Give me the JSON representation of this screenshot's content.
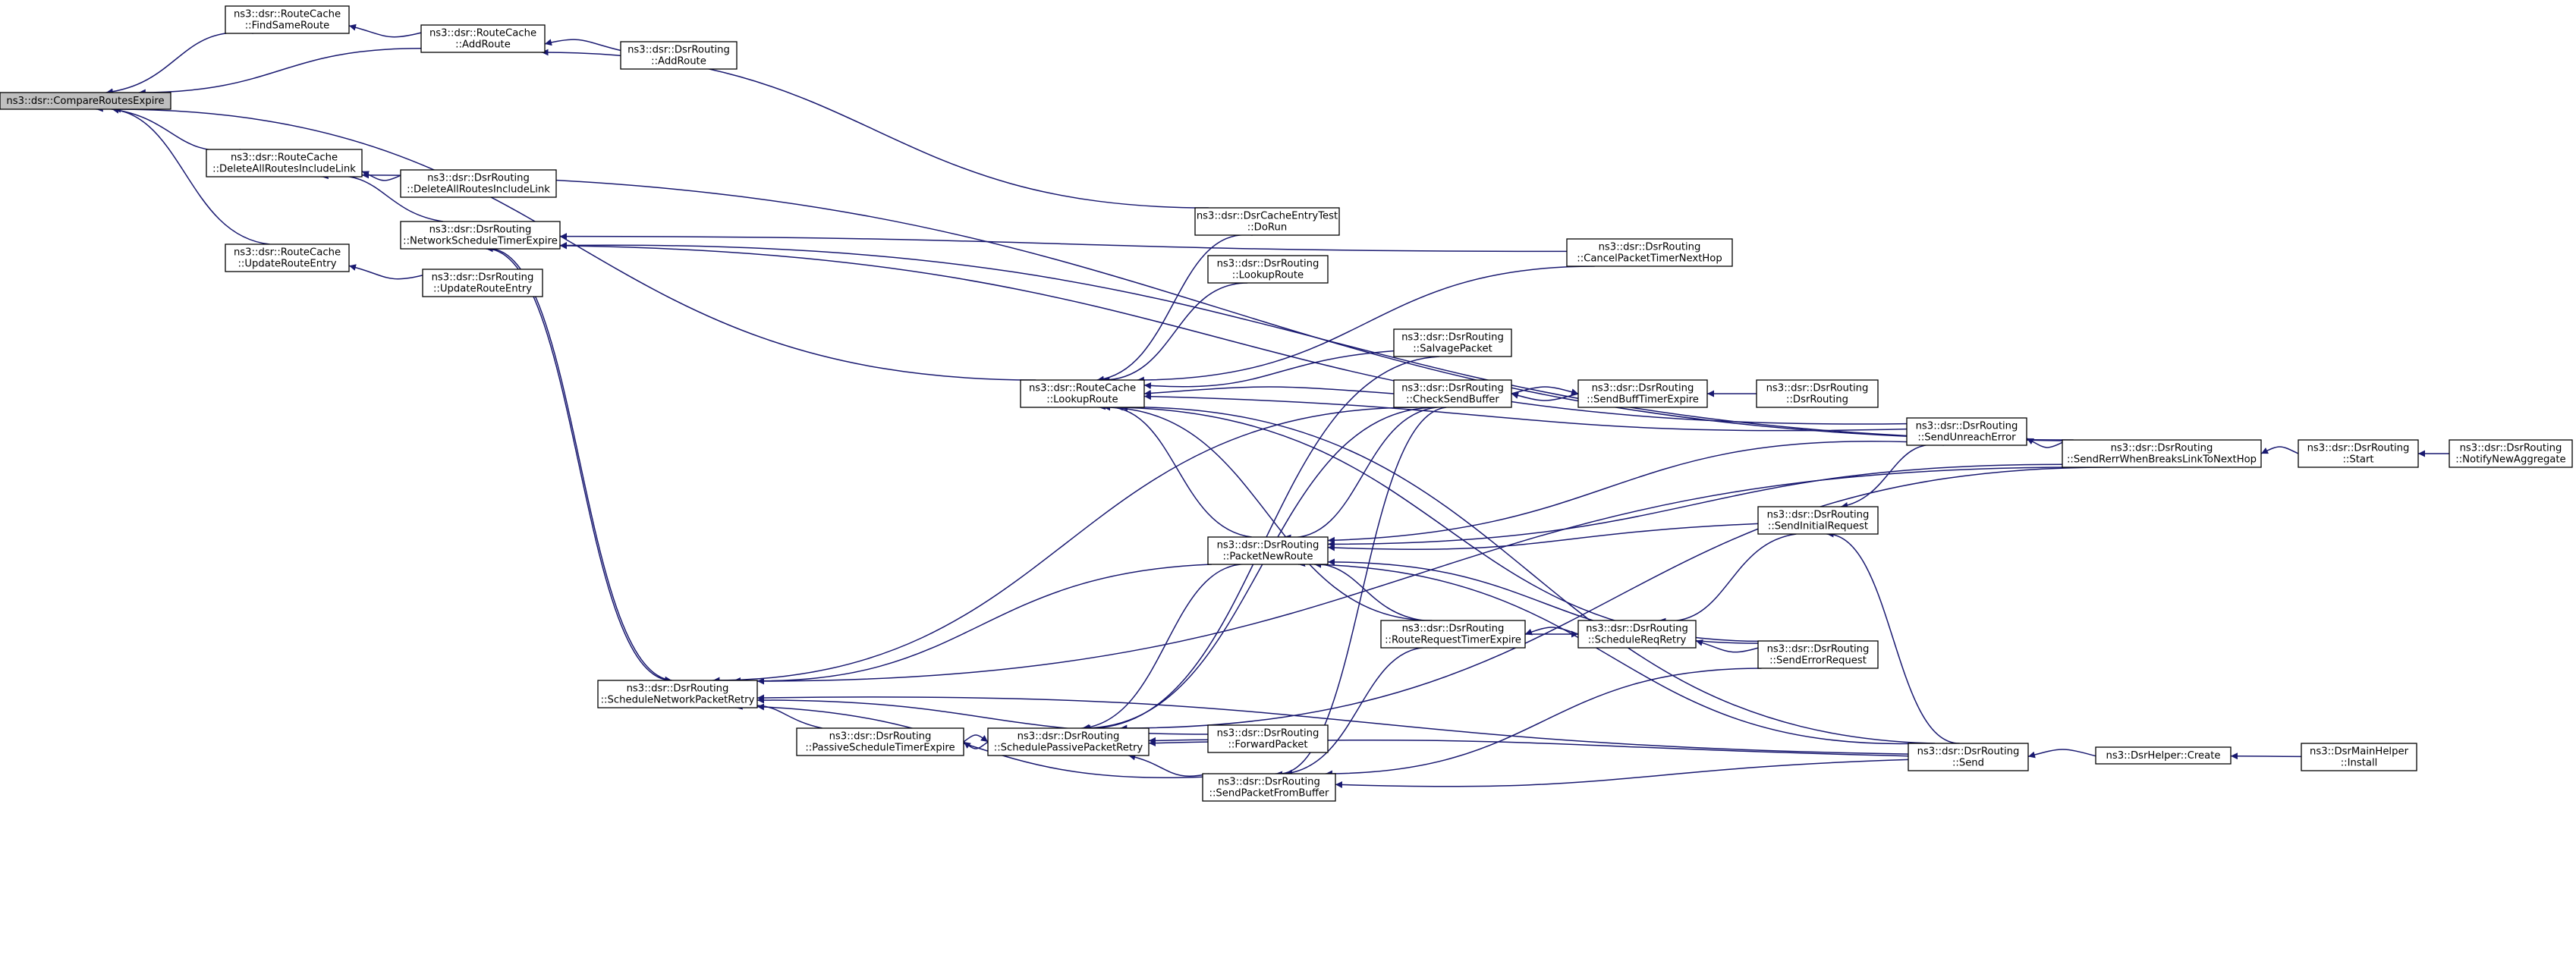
{
  "graph": {
    "colors": {
      "edge": "#191970",
      "node_fill": "#ffffff",
      "root_fill": "#bfbfbf",
      "border": "#000000"
    },
    "nodes": [
      {
        "id": "compare",
        "lines": [
          "ns3::dsr::CompareRoutesExpire"
        ],
        "root": true
      },
      {
        "id": "findsame",
        "lines": [
          "ns3::dsr::RouteCache",
          "::FindSameRoute"
        ]
      },
      {
        "id": "rc_addroute",
        "lines": [
          "ns3::dsr::RouteCache",
          "::AddRoute"
        ]
      },
      {
        "id": "dr_addroute",
        "lines": [
          "ns3::dsr::DsrRouting",
          "::AddRoute"
        ]
      },
      {
        "id": "rc_deleteall",
        "lines": [
          "ns3::dsr::RouteCache",
          "::DeleteAllRoutesIncludeLink"
        ]
      },
      {
        "id": "dr_deleteall",
        "lines": [
          "ns3::dsr::DsrRouting",
          "::DeleteAllRoutesIncludeLink"
        ]
      },
      {
        "id": "networksched",
        "lines": [
          "ns3::dsr::DsrRouting",
          "::NetworkScheduleTimerExpire"
        ]
      },
      {
        "id": "rc_updateroute",
        "lines": [
          "ns3::dsr::RouteCache",
          "::UpdateRouteEntry"
        ]
      },
      {
        "id": "dr_updateroute",
        "lines": [
          "ns3::dsr::DsrRouting",
          "::UpdateRouteEntry"
        ]
      },
      {
        "id": "cachetest",
        "lines": [
          "ns3::dsr::DsrCacheEntryTest",
          "::DoRun"
        ]
      },
      {
        "id": "cancelpacket",
        "lines": [
          "ns3::dsr::DsrRouting",
          "::CancelPacketTimerNextHop"
        ]
      },
      {
        "id": "dr_lookup",
        "lines": [
          "ns3::dsr::DsrRouting",
          "::LookupRoute"
        ]
      },
      {
        "id": "salvage",
        "lines": [
          "ns3::dsr::DsrRouting",
          "::SalvagePacket"
        ]
      },
      {
        "id": "rc_lookup",
        "lines": [
          "ns3::dsr::RouteCache",
          "::LookupRoute"
        ]
      },
      {
        "id": "checksend",
        "lines": [
          "ns3::dsr::DsrRouting",
          "::CheckSendBuffer"
        ]
      },
      {
        "id": "sendbuff",
        "lines": [
          "ns3::dsr::DsrRouting",
          "::SendBuffTimerExpire"
        ]
      },
      {
        "id": "dsrrouting",
        "lines": [
          "ns3::dsr::DsrRouting",
          "::DsrRouting"
        ]
      },
      {
        "id": "sendunreach",
        "lines": [
          "ns3::dsr::DsrRouting",
          "::SendUnreachError"
        ]
      },
      {
        "id": "sendrerr",
        "lines": [
          "ns3::dsr::DsrRouting",
          "::SendRerrWhenBreaksLinkToNextHop"
        ]
      },
      {
        "id": "start",
        "lines": [
          "ns3::dsr::DsrRouting",
          "::Start"
        ]
      },
      {
        "id": "notify",
        "lines": [
          "ns3::dsr::DsrRouting",
          "::NotifyNewAggregate"
        ]
      },
      {
        "id": "sendinitial",
        "lines": [
          "ns3::dsr::DsrRouting",
          "::SendInitialRequest"
        ]
      },
      {
        "id": "packetnew",
        "lines": [
          "ns3::dsr::DsrRouting",
          "::PacketNewRoute"
        ]
      },
      {
        "id": "routereq",
        "lines": [
          "ns3::dsr::DsrRouting",
          "::RouteRequestTimerExpire"
        ]
      },
      {
        "id": "schedreq",
        "lines": [
          "ns3::dsr::DsrRouting",
          "::ScheduleReqRetry"
        ]
      },
      {
        "id": "senderror",
        "lines": [
          "ns3::dsr::DsrRouting",
          "::SendErrorRequest"
        ]
      },
      {
        "id": "schednet",
        "lines": [
          "ns3::dsr::DsrRouting",
          "::ScheduleNetworkPacketRetry"
        ]
      },
      {
        "id": "passivesched",
        "lines": [
          "ns3::dsr::DsrRouting",
          "::PassiveScheduleTimerExpire"
        ]
      },
      {
        "id": "schedpassive",
        "lines": [
          "ns3::dsr::DsrRouting",
          "::SchedulePassivePacketRetry"
        ]
      },
      {
        "id": "forward",
        "lines": [
          "ns3::dsr::DsrRouting",
          "::ForwardPacket"
        ]
      },
      {
        "id": "sendfrombuffer",
        "lines": [
          "ns3::dsr::DsrRouting",
          "::SendPacketFromBuffer"
        ]
      },
      {
        "id": "send",
        "lines": [
          "ns3::dsr::DsrRouting",
          "::Send"
        ]
      },
      {
        "id": "helpercreate",
        "lines": [
          "ns3::DsrHelper::Create"
        ]
      },
      {
        "id": "mainhelper",
        "lines": [
          "ns3::DsrMainHelper",
          "::Install"
        ]
      }
    ],
    "edges": [
      [
        "compare",
        "findsame"
      ],
      [
        "compare",
        "rc_addroute"
      ],
      [
        "compare",
        "rc_deleteall"
      ],
      [
        "compare",
        "rc_updateroute"
      ],
      [
        "compare",
        "rc_lookup"
      ],
      [
        "findsame",
        "rc_addroute"
      ],
      [
        "rc_addroute",
        "dr_addroute"
      ],
      [
        "rc_addroute",
        "cachetest"
      ],
      [
        "rc_deleteall",
        "dr_deleteall"
      ],
      [
        "rc_deleteall",
        "networksched"
      ],
      [
        "rc_deleteall",
        "sendrerr"
      ],
      [
        "rc_updateroute",
        "dr_updateroute"
      ],
      [
        "rc_lookup",
        "cachetest"
      ],
      [
        "rc_lookup",
        "dr_lookup"
      ],
      [
        "rc_lookup",
        "salvage"
      ],
      [
        "rc_lookup",
        "checksend"
      ],
      [
        "rc_lookup",
        "cancelpacket"
      ],
      [
        "rc_lookup",
        "sendunreach"
      ],
      [
        "rc_lookup",
        "packetnew"
      ],
      [
        "rc_lookup",
        "routereq"
      ],
      [
        "rc_lookup",
        "senderror"
      ],
      [
        "rc_lookup",
        "send"
      ],
      [
        "networksched",
        "cancelpacket"
      ],
      [
        "networksched",
        "sendunreach"
      ],
      [
        "networksched",
        "sendrerr"
      ],
      [
        "networksched",
        "schednet"
      ],
      [
        "checksend",
        "sendbuff"
      ],
      [
        "sendbuff",
        "checksend"
      ],
      [
        "sendbuff",
        "dsrrouting"
      ],
      [
        "sendunreach",
        "sendrerr"
      ],
      [
        "sendrerr",
        "start"
      ],
      [
        "start",
        "notify"
      ],
      [
        "packetnew",
        "checksend"
      ],
      [
        "packetnew",
        "sendunreach"
      ],
      [
        "packetnew",
        "sendrerr"
      ],
      [
        "packetnew",
        "sendinitial"
      ],
      [
        "packetnew",
        "routereq"
      ],
      [
        "packetnew",
        "senderror"
      ],
      [
        "packetnew",
        "send"
      ],
      [
        "sendinitial",
        "sendunreach"
      ],
      [
        "sendinitial",
        "send"
      ],
      [
        "schedreq",
        "sendinitial"
      ],
      [
        "routereq",
        "schedreq"
      ],
      [
        "schedreq",
        "routereq"
      ],
      [
        "schedreq",
        "senderror"
      ],
      [
        "schednet",
        "networksched"
      ],
      [
        "schednet",
        "checksend"
      ],
      [
        "schednet",
        "packetnew"
      ],
      [
        "schednet",
        "passivesched"
      ],
      [
        "schednet",
        "forward"
      ],
      [
        "schednet",
        "sendfrombuffer"
      ],
      [
        "schednet",
        "send"
      ],
      [
        "schednet",
        "sendrerr"
      ],
      [
        "passivesched",
        "schedpassive"
      ],
      [
        "schedpassive",
        "passivesched"
      ],
      [
        "schedpassive",
        "forward"
      ],
      [
        "schedpassive",
        "sendfrombuffer"
      ],
      [
        "schedpassive",
        "packetnew"
      ],
      [
        "schedpassive",
        "checksend"
      ],
      [
        "schedpassive",
        "salvage"
      ],
      [
        "schedpassive",
        "send"
      ],
      [
        "schedpassive",
        "sendrerr"
      ],
      [
        "sendfrombuffer",
        "checksend"
      ],
      [
        "sendfrombuffer",
        "routereq"
      ],
      [
        "sendfrombuffer",
        "senderror"
      ],
      [
        "sendfrombuffer",
        "send"
      ],
      [
        "send",
        "helpercreate"
      ],
      [
        "helpercreate",
        "mainhelper"
      ]
    ]
  }
}
